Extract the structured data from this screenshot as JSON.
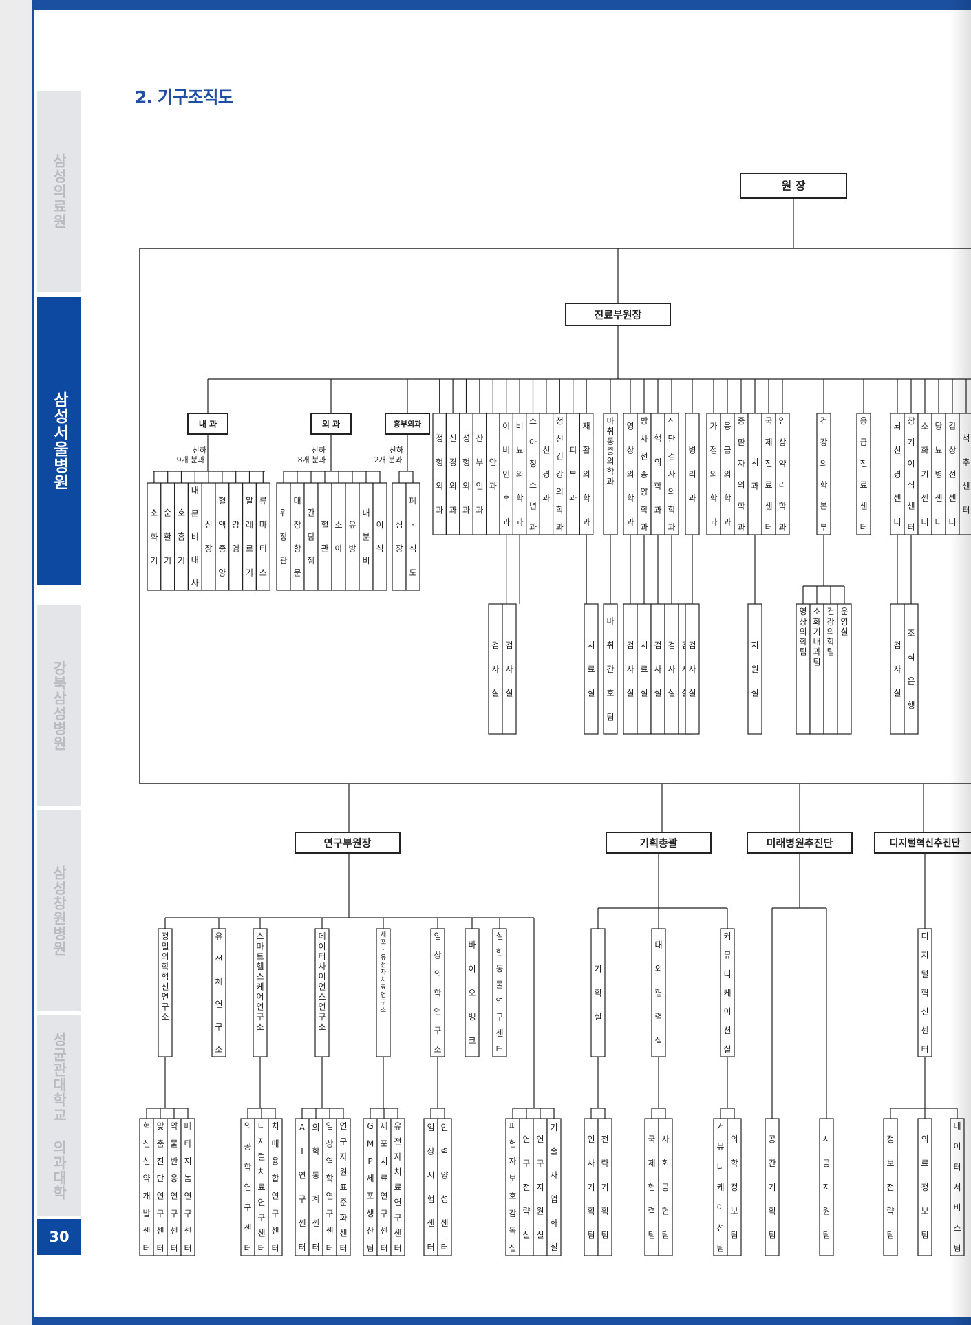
{
  "sidebar": {
    "tabs": [
      {
        "label": "삼성의료원",
        "active": false
      },
      {
        "label": "삼성서울병원",
        "active": true
      },
      {
        "label": "강북삼성병원",
        "active": false
      },
      {
        "label": "삼성창원병원",
        "active": false
      },
      {
        "label": "성균관대학교 의과대학",
        "active": false
      }
    ],
    "page_number": "30"
  },
  "heading": "2. 기구조직도",
  "colors": {
    "accent": "#0e49a1",
    "inactive_tab": "#e3e5e9",
    "heading": "#1f4fa3"
  },
  "org": {
    "director": "원 장",
    "clinical_vp": "진료부원장",
    "internal_med": {
      "label": "내 과",
      "note1": "산하",
      "note2": "9개 분과",
      "subs": [
        "소화기",
        "순환기",
        "호흡기",
        "내분비대사",
        "신장",
        "혈액종양",
        "감염",
        "알레르기",
        "류마티스"
      ]
    },
    "surgery": {
      "label": "외 과",
      "note1": "산하",
      "note2": "8개 분과",
      "subs": [
        "위장관",
        "대장항문",
        "간담췌",
        "혈관",
        "소아",
        "유방",
        "내분비",
        "이식"
      ]
    },
    "chest_surgery": {
      "label": "흉부외과",
      "note1": "산하",
      "note2": "2개 분과",
      "subs": [
        "심장",
        "폐·식도"
      ]
    },
    "depts_a": [
      "정형외과",
      "신경외과",
      "성형외과",
      "산부인과",
      "안과",
      "이비인후과",
      "비뇨의학과",
      "소아청소년과",
      "신경과",
      "정신건강의학과",
      "피부과",
      "재활의학과"
    ],
    "anesth": "마취통증의학과",
    "depts_b": [
      "영상의학과",
      "방사선종양학과",
      "핵의학과",
      "진단검사의학과"
    ],
    "pathology": "병리과",
    "depts_c": [
      "가정의학과",
      "응급의학과",
      "중환자의학과",
      "치과",
      "국제진료센터",
      "임상약리학과"
    ],
    "health_med": "건강의학본부",
    "emergency": "응급진료센터",
    "centers": [
      "뇌신경센터",
      "장기이식센터",
      "소화기센터",
      "당뇨병센터",
      "갑상선센터",
      "척추센터"
    ],
    "sub_ophth": [
      "검사실",
      "검사실"
    ],
    "sub_rehab": "치료실",
    "sub_anesth": "마취간호팀",
    "sub_radiology": [
      "검사실",
      "치료실",
      "검사실",
      "검사실",
      "검사실"
    ],
    "sub_pathology": "검사실",
    "sub_dental": "지원실",
    "sub_health": [
      "영상의학팀",
      "소화기내과팀",
      "건강의학팀",
      "운영실"
    ],
    "sub_centers": [
      "검사실",
      "조직은행"
    ],
    "research_vp": "연구부원장",
    "planning": "기획총괄",
    "future": "미래병원추진단",
    "digital": "디지털혁신추진단",
    "research_units": [
      "정밀의학혁신연구소",
      "유전체연구소",
      "스마트헬스케어연구소",
      "데이터사이언스연구소",
      "세포·유전자치료연구소",
      "임상의학연구소",
      "바이오뱅크",
      "실험동물연구센터"
    ],
    "planning_units": [
      "기획실",
      "대외협력실",
      "커뮤니케이션실"
    ],
    "digital_units": [
      "디지털혁신센터"
    ],
    "research_leaves": [
      [
        "혁신신약개발센터",
        "맞춤진단연구센터",
        "약물반응연구센터",
        "메타지놈연구센터"
      ],
      [],
      [],
      [
        "의공학연구센터",
        "디지털치료연구센터",
        "치매융합연구센터"
      ],
      [
        "AI연구센터",
        "의학통계센터",
        "임상역학연구센터",
        "연구자원표준화센터"
      ],
      [
        "GMP세포생산팀",
        "세포치료연구센터",
        "유전자치료연구센터"
      ],
      [
        "임상시험센터",
        "인력양성센터"
      ],
      [],
      [
        "피험자보호감독실",
        "연구전략실",
        "연구지원실",
        "기술사업화실"
      ]
    ],
    "planning_leaves": [
      [
        "인사기획팀",
        "전략기획팀"
      ],
      [
        "국제협력팀",
        "사회공헌팀"
      ],
      [
        "커뮤니케이션팀",
        "의학정보팀"
      ]
    ],
    "future_leaves": [
      "공간기획팀",
      "시공지원팀"
    ],
    "digital_leaves": [
      "정보전략팀",
      "의료정보팀",
      "데이터서비스팀"
    ]
  }
}
